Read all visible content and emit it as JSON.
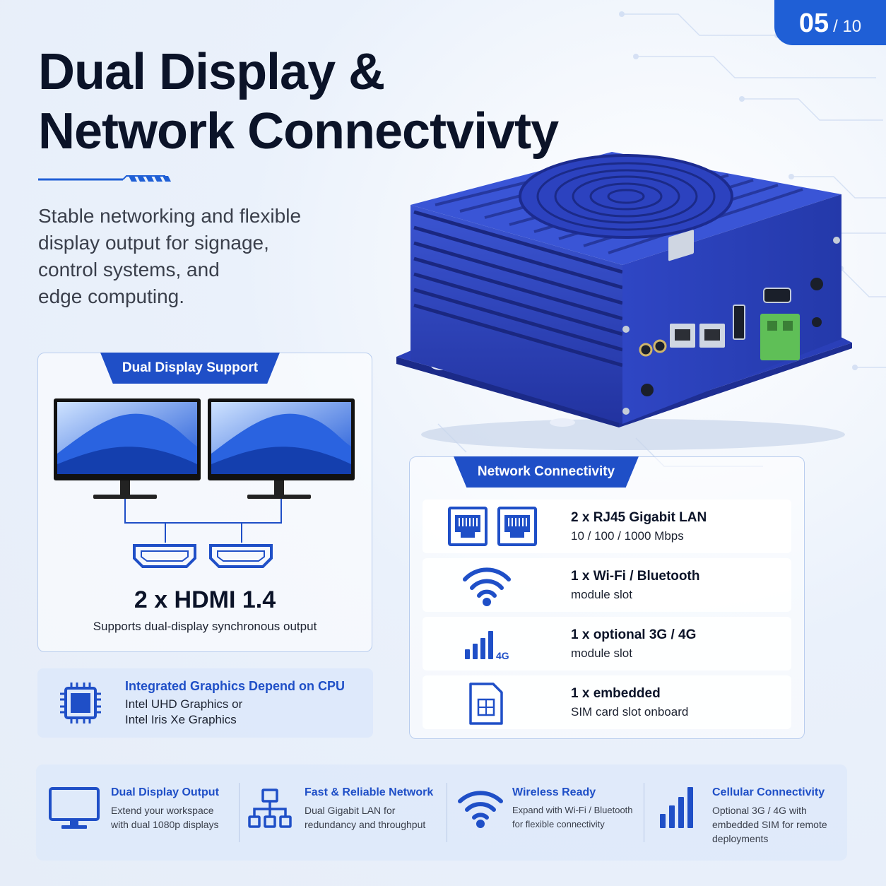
{
  "page": {
    "current": "05",
    "total": "/ 10"
  },
  "title": {
    "line1": "Dual Display &",
    "line2": "Network Connectvivty"
  },
  "subtitle": {
    "lines": [
      "Stable networking and flexible",
      "display output for signage,",
      "control systems, and",
      "edge computing."
    ]
  },
  "dual_display": {
    "tab": "Dual Display Support",
    "heading": "2 x HDMI 1.4",
    "caption": "Supports dual-display synchronous output"
  },
  "graphics": {
    "title": "Integrated Graphics Depend on CPU",
    "line1": "Intel UHD Graphics or",
    "line2": "Intel Iris Xe Graphics"
  },
  "network": {
    "tab": "Network Connectivity",
    "rows": [
      {
        "icon": "ethernet-port-icon",
        "main": "2 x RJ45 Gigabit LAN",
        "sub": "10 / 100 / 1000 Mbps"
      },
      {
        "icon": "wifi-icon",
        "main": "1 x Wi-Fi / Bluetooth",
        "sub": "module slot"
      },
      {
        "icon": "cellular-4g-icon",
        "main": "1 x optional 3G / 4G",
        "sub": "module slot"
      },
      {
        "icon": "sim-card-icon",
        "main": "1 x embedded",
        "sub": "SIM card slot onboard"
      }
    ],
    "badge_4g": "4G"
  },
  "features": [
    {
      "icon": "monitor-icon",
      "title": "Dual Display Output",
      "desc": [
        "Extend your workspace",
        "with dual 1080p displays"
      ]
    },
    {
      "icon": "network-tree-icon",
      "title": "Fast & Reliable Network",
      "desc": [
        "Dual Gigabit LAN for",
        "redundancy and throughput"
      ]
    },
    {
      "icon": "wifi-icon",
      "title": "Wireless Ready",
      "desc": [
        "Expand with Wi-Fi / Bluetooth",
        "for flexible connectivity"
      ]
    },
    {
      "icon": "signal-bars-icon",
      "title": "Cellular Connectivity",
      "desc": [
        "Optional 3G / 4G with",
        "embedded SIM for remote",
        "deployments"
      ]
    }
  ],
  "colors": {
    "accent": "#1f4fc7",
    "accent_bright": "#1f5fd6",
    "device": "#2f45c0",
    "text": "#0b1328"
  }
}
